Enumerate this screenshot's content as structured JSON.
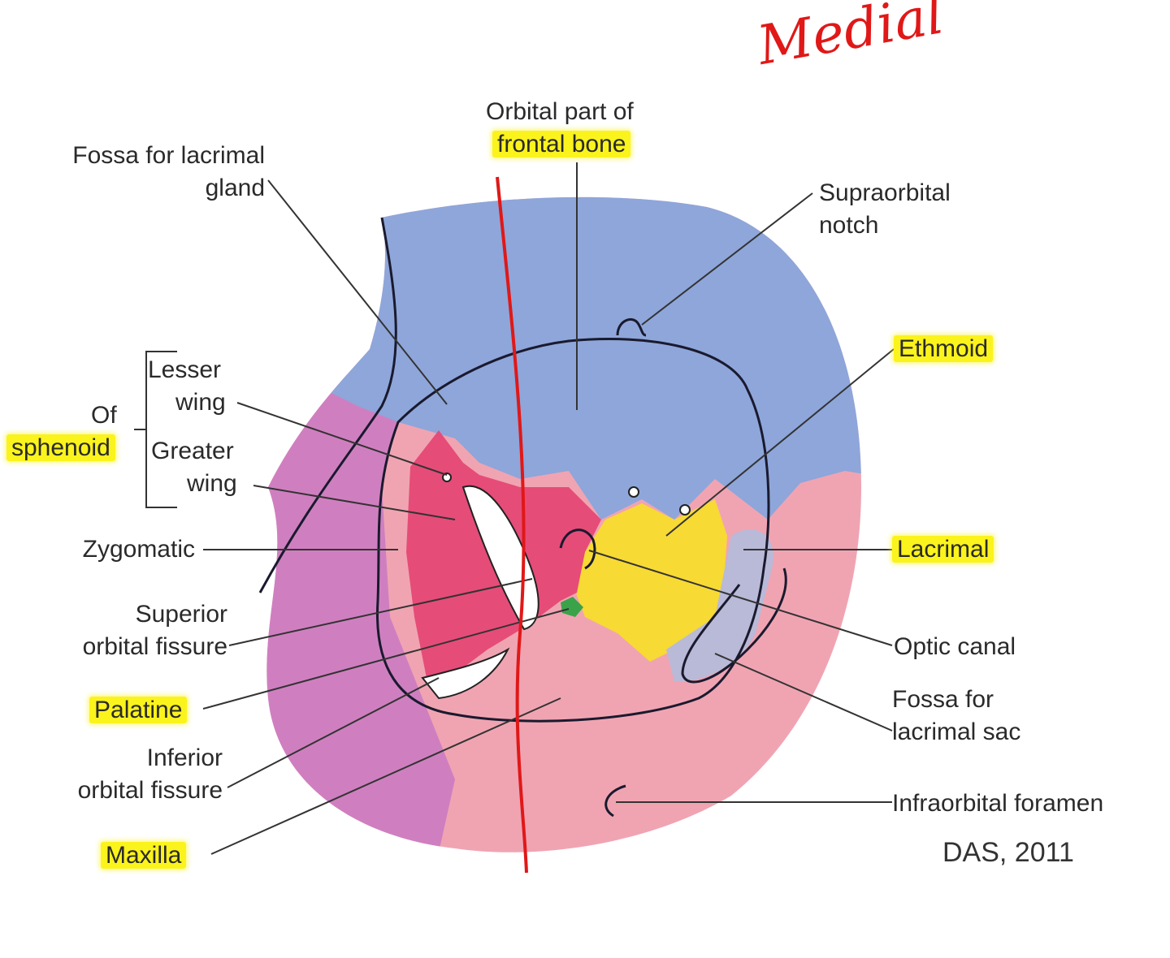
{
  "annotation": {
    "text": "Medial"
  },
  "credit": "DAS, 2011",
  "labels": {
    "orbital_part_line1": "Orbital part of",
    "orbital_part_line2": "frontal bone",
    "fossa_lacrimal_gland_line1": "Fossa for lacrimal",
    "fossa_lacrimal_gland_line2": "gland",
    "supraorbital_line1": "Supraorbital",
    "supraorbital_line2": "notch",
    "ethmoid": "Ethmoid",
    "lesser_line1": "Lesser",
    "lesser_line2": "wing",
    "of": "Of",
    "sphenoid": "sphenoid",
    "greater_line1": "Greater",
    "greater_line2": "wing",
    "zygomatic": "Zygomatic",
    "lacrimal": "Lacrimal",
    "sup_fissure_line1": "Superior",
    "sup_fissure_line2": "orbital fissure",
    "optic_canal": "Optic canal",
    "palatine": "Palatine",
    "fossa_sac_line1": "Fossa for",
    "fossa_sac_line2": "lacrimal sac",
    "inf_fissure_line1": "Inferior",
    "inf_fissure_line2": "orbital fissure",
    "infraorbital": "Infraorbital foramen",
    "maxilla": "Maxilla"
  },
  "colors": {
    "frontal": "#8ea6da",
    "sphenoid_greater": "#e64c78",
    "zygomatic": "#cf7fc0",
    "maxilla": "#f0a4b2",
    "ethmoid": "#f7da33",
    "lacrimal": "#b9b9d8",
    "palatine": "#3aa34a",
    "highlight": "#fbf31c",
    "annotation": "#e01818"
  }
}
